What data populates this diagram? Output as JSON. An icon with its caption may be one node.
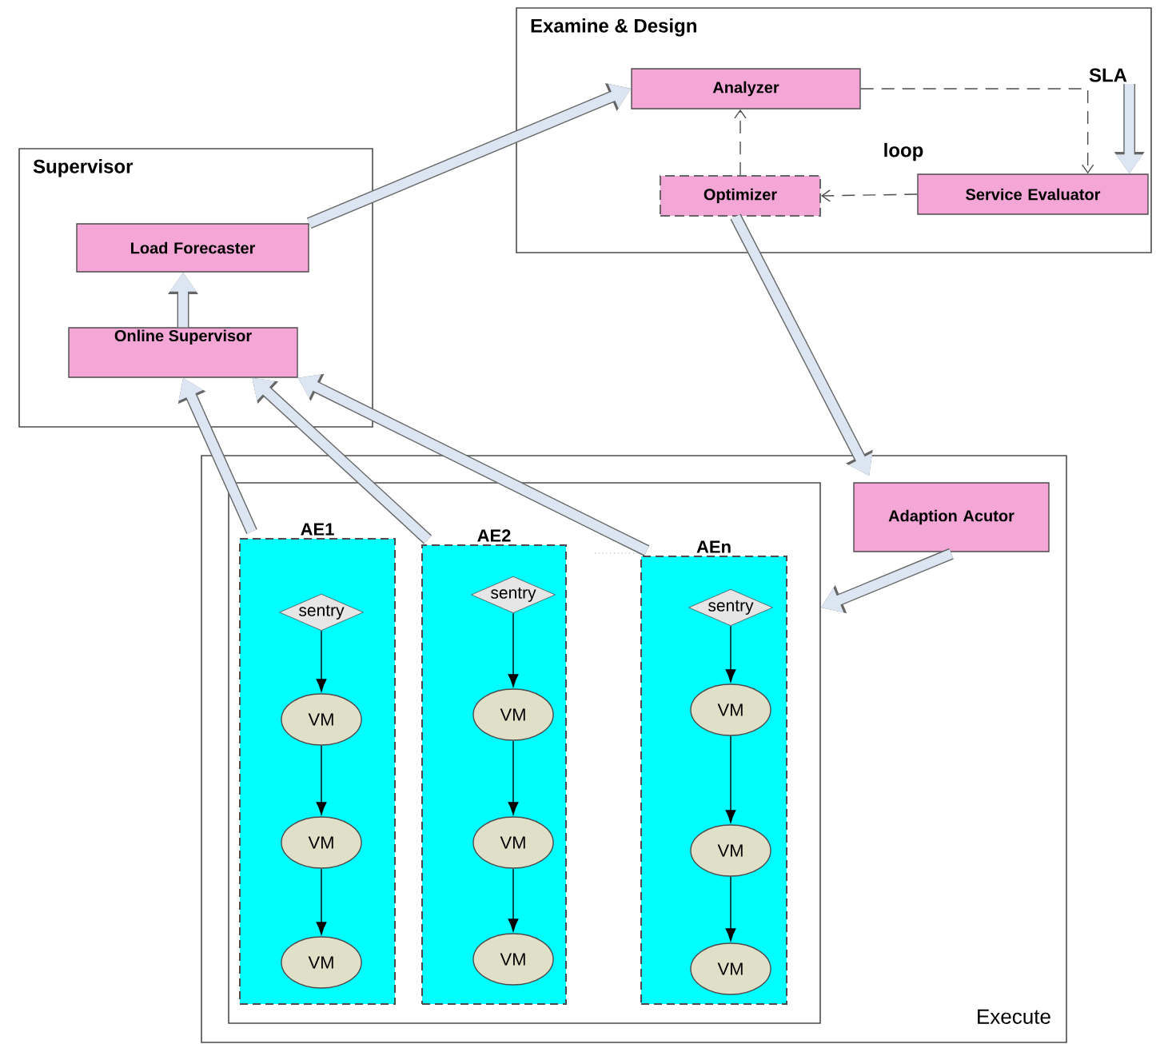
{
  "diagram": {
    "nodes": [
      {
        "text": [
          "Examine & Design"
        ]
      },
      {
        "text": [
          "Analyzer"
        ],
        "in": 0
      },
      {
        "text": [
          "Optimizer"
        ],
        "in": 0
      },
      {
        "text": [
          "Service Evaluator"
        ],
        "in": 0
      },
      {
        "text": [
          "Supervisor"
        ]
      },
      {
        "text": [
          "Load Forecaster"
        ],
        "in": 4
      },
      {
        "text": [
          "Online Supervisor"
        ],
        "in": 4
      },
      {
        "text": [
          "Execute"
        ]
      },
      {
        "text": [
          "Adaption Acutor"
        ],
        "in": 7
      },
      {
        "text": [],
        "shape": "box",
        "in": 7
      },
      {
        "text": [
          "AE1"
        ],
        "in": 9
      },
      {
        "text": [
          "sentry"
        ],
        "in": 10
      },
      {
        "text": [
          "VM"
        ],
        "in": 10
      },
      {
        "text": [
          "VM"
        ],
        "in": 10
      },
      {
        "text": [
          "VM"
        ],
        "in": 10
      },
      {
        "text": [
          "AE2"
        ],
        "in": 9
      },
      {
        "text": [
          "sentry"
        ],
        "in": 15
      },
      {
        "text": [
          "VM"
        ],
        "in": 15
      },
      {
        "text": [
          "VM"
        ],
        "in": 15
      },
      {
        "text": [
          "VM"
        ],
        "in": 15
      },
      {
        "text": [
          "AEn"
        ],
        "in": 9
      },
      {
        "text": [
          "sentry"
        ],
        "in": 20
      },
      {
        "text": [
          "VM"
        ],
        "in": 20
      },
      {
        "text": [
          "VM"
        ],
        "in": 20
      },
      {
        "text": [
          "VM"
        ],
        "in": 20
      },
      {
        "text": [
          "SLA"
        ],
        "in": 0
      }
    ],
    "edges": [
      {
        "from": 6,
        "to": 5,
        "arrow": "to",
        "style": "thick",
        "color": "#dce6f2"
      },
      {
        "from": 5,
        "to": 1,
        "arrow": "to",
        "style": "thick",
        "color": "#dce6f2"
      },
      {
        "from": 1,
        "to": 3,
        "arrow": "to",
        "style": "dashed"
      },
      {
        "from": 3,
        "to": 2,
        "arrow": "to",
        "style": "dashed"
      },
      {
        "from": 2,
        "to": 1,
        "arrow": "to",
        "style": "dashed"
      },
      {
        "from": 25,
        "to": 3,
        "arrow": "to",
        "style": "thick",
        "color": "#dce6f2"
      },
      {
        "from": 2,
        "to": 8,
        "arrow": "to",
        "style": "thick",
        "color": "#dce6f2"
      },
      {
        "from": 8,
        "to": 9,
        "arrow": "to",
        "style": "thick",
        "color": "#dce6f2"
      },
      {
        "from": 10,
        "to": 6,
        "arrow": "to",
        "style": "thick",
        "color": "#dce6f2"
      },
      {
        "from": 15,
        "to": 6,
        "arrow": "to",
        "style": "thick",
        "color": "#dce6f2"
      },
      {
        "from": 20,
        "to": 6,
        "arrow": "to",
        "style": "thick",
        "color": "#dce6f2"
      },
      {
        "from": 11,
        "to": 12,
        "arrow": "to"
      },
      {
        "from": 12,
        "to": 13,
        "arrow": "to"
      },
      {
        "from": 13,
        "to": 14,
        "arrow": "to"
      },
      {
        "from": 16,
        "to": 17,
        "arrow": "to"
      },
      {
        "from": 17,
        "to": 18,
        "arrow": "to"
      },
      {
        "from": 18,
        "to": 19,
        "arrow": "to"
      },
      {
        "from": 21,
        "to": 22,
        "arrow": "to"
      },
      {
        "from": 22,
        "to": 23,
        "arrow": "to"
      },
      {
        "from": 23,
        "to": 24,
        "arrow": "to"
      }
    ],
    "labels": [
      "loop"
    ]
  }
}
